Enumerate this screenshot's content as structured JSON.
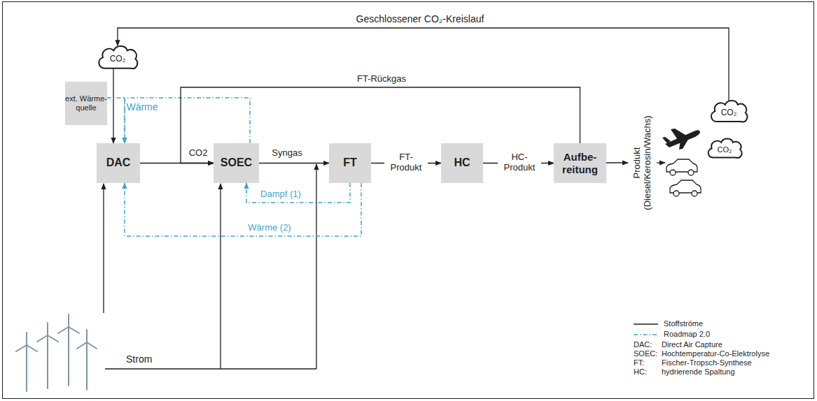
{
  "diagram": {
    "nodes": [
      {
        "text": [
          "CO₂"
        ]
      },
      {
        "text": [
          "ext. Wärme- quelle"
        ]
      },
      {
        "text": [
          "DAC"
        ]
      },
      {
        "text": [
          "SOEC"
        ]
      },
      {
        "text": [
          "FT"
        ]
      },
      {
        "text": [
          "HC"
        ]
      },
      {
        "text": [
          "Aufbe- reitung"
        ]
      },
      {
        "text": [
          "CO₂"
        ]
      },
      {
        "text": [
          "CO₂"
        ]
      }
    ],
    "edges": [
      {
        "from": 7,
        "to": 0,
        "label": "Geschlossener CO₂-Kreislauf",
        "arrow": "to"
      },
      {
        "from": 0,
        "to": 2,
        "arrow": "to"
      },
      {
        "from": 1,
        "to": 2,
        "arrow": "to"
      },
      {
        "from": 3,
        "to": 2,
        "label": "Wärme",
        "arrow": "to"
      },
      {
        "from": 2,
        "to": 3,
        "label": "CO2",
        "arrow": "to"
      },
      {
        "from": 3,
        "to": 4,
        "label": "Syngas",
        "arrow": "to"
      },
      {
        "from": 4,
        "to": 5,
        "label": "FT- Produkt",
        "arrow": "to"
      },
      {
        "from": 5,
        "to": 6,
        "label": "HC- Produkt",
        "arrow": "to"
      },
      {
        "from": 6,
        "to": 3,
        "label": "FT-Rückgas",
        "arrow": "to"
      },
      {
        "from": 4,
        "to": 3,
        "label": "Dampf (1)",
        "arrow": "to"
      },
      {
        "from": 4,
        "to": 2,
        "label": "Wärme (2)",
        "arrow": "to"
      }
    ],
    "labels": [
      "Produkt (Diesel/Kerosin/Wachs)",
      "Strom",
      "DAC:",
      "Direct Air Capture",
      "SOEC:",
      "Hochtemperatur-Co-Elektrolyse",
      "FT:",
      "Fischer-Tropsch-Synthese",
      "HC:",
      "hydrierende Spaltung"
    ],
    "legend": [
      {
        "text": "Stoffströme"
      },
      {
        "text": "Roadmap 2.0"
      }
    ]
  }
}
